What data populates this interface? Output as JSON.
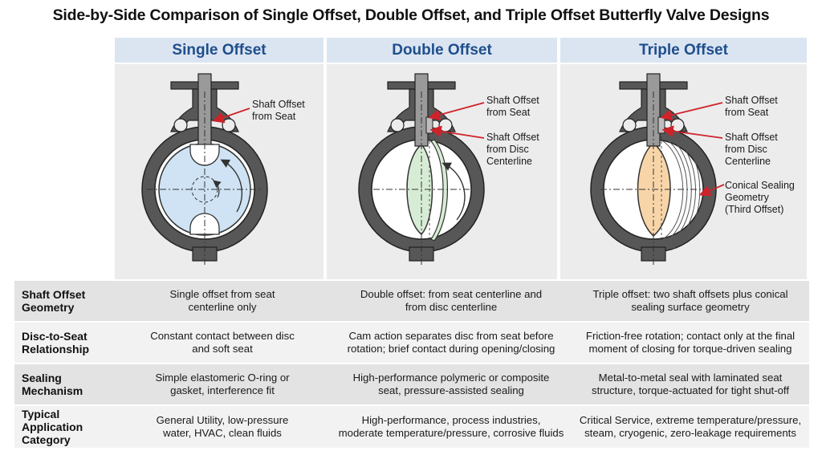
{
  "title": "Side-by-Side Comparison of Single Offset, Double Offset, and Triple Offset Butterfly Valve Designs",
  "columns": [
    {
      "name": "Single Offset",
      "callouts": [
        "Shaft Offset",
        "from Seat"
      ]
    },
    {
      "name": "Double Offset",
      "callouts": [
        "Shaft Offset",
        "from Seat",
        "Shaft Offset",
        "from Disc",
        "Centerline"
      ]
    },
    {
      "name": "Triple Offset",
      "callouts": [
        "Shaft Offset",
        "from Seat",
        "Shaft Offset",
        "from Disc",
        "Centerline",
        "Conical Sealing",
        "Geometry",
        "(Third Offset)"
      ]
    }
  ],
  "rows": [
    {
      "label": [
        "Shaft Offset",
        "Geometry"
      ],
      "cells": [
        [
          "Single offset from seat",
          "centerline only"
        ],
        [
          "Double offset: from seat centerline and",
          "from disc centerline"
        ],
        [
          "Triple offset: two shaft offsets plus conical",
          "sealing surface geometry"
        ]
      ]
    },
    {
      "label": [
        "Disc-to-Seat",
        "Relationship"
      ],
      "cells": [
        [
          "Constant contact between disc",
          "and soft seat"
        ],
        [
          "Cam action separates disc from seat before",
          "rotation; brief contact during opening/closing"
        ],
        [
          "Friction-free rotation; contact only at the final",
          "moment of closing for torque-driven sealing"
        ]
      ]
    },
    {
      "label": [
        "Sealing",
        "Mechanism"
      ],
      "cells": [
        [
          "Simple elastomeric O-ring or",
          "gasket, interference fit"
        ],
        [
          "High-performance polymeric or composite",
          "seat, pressure-assisted sealing"
        ],
        [
          "Metal-to-metal seal with laminated seat",
          "structure, torque-actuated for tight shut-off"
        ]
      ]
    },
    {
      "label": [
        "Typical Application",
        "Category"
      ],
      "cells": [
        [
          "General Utility, low-pressure",
          "water, HVAC, clean fluids"
        ],
        [
          "High-performance, process industries,",
          "moderate temperature/pressure, corrosive fluids"
        ],
        [
          "Critical Service, extreme temperature/pressure,",
          "steam, cryogenic, zero-leakage requirements"
        ]
      ]
    }
  ],
  "colors": {
    "header_bg": "#dbe5f1",
    "header_text": "#1f4e8c",
    "panel_bg": "#ececec",
    "row_odd": "#e3e3e3",
    "row_even": "#f2f2f2",
    "body": "#575757",
    "single_disc": "#cfe3f4",
    "double_disc": "#d7ecd4",
    "triple_disc": "#f8d5a8",
    "callout_arrow": "#d0222a"
  }
}
